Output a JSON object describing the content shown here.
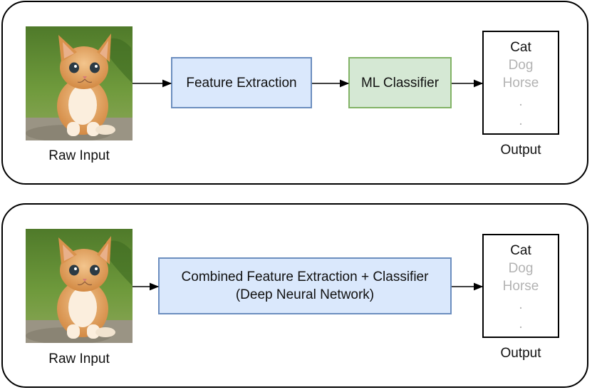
{
  "pipelines": [
    {
      "input_label": "Raw Input",
      "steps": [
        "Feature Extraction",
        "ML Classifier"
      ],
      "output_label": "Output",
      "classes": [
        "Cat",
        "Dog",
        "Horse",
        ".",
        "."
      ]
    },
    {
      "input_label": "Raw Input",
      "steps": [
        "Combined Feature Extraction + Classifier",
        "(Deep Neural Network)"
      ],
      "output_label": "Output",
      "classes": [
        "Cat",
        "Dog",
        "Horse",
        ".",
        "."
      ]
    }
  ],
  "colors": {
    "feature_box_fill": "#dae8fc",
    "feature_box_border": "#6c8ebf",
    "classifier_box_fill": "#d5e8d4",
    "classifier_box_border": "#82b366",
    "inactive_class_text": "#b3b3b3"
  },
  "icons": {
    "input_image": "kitten-photo"
  }
}
